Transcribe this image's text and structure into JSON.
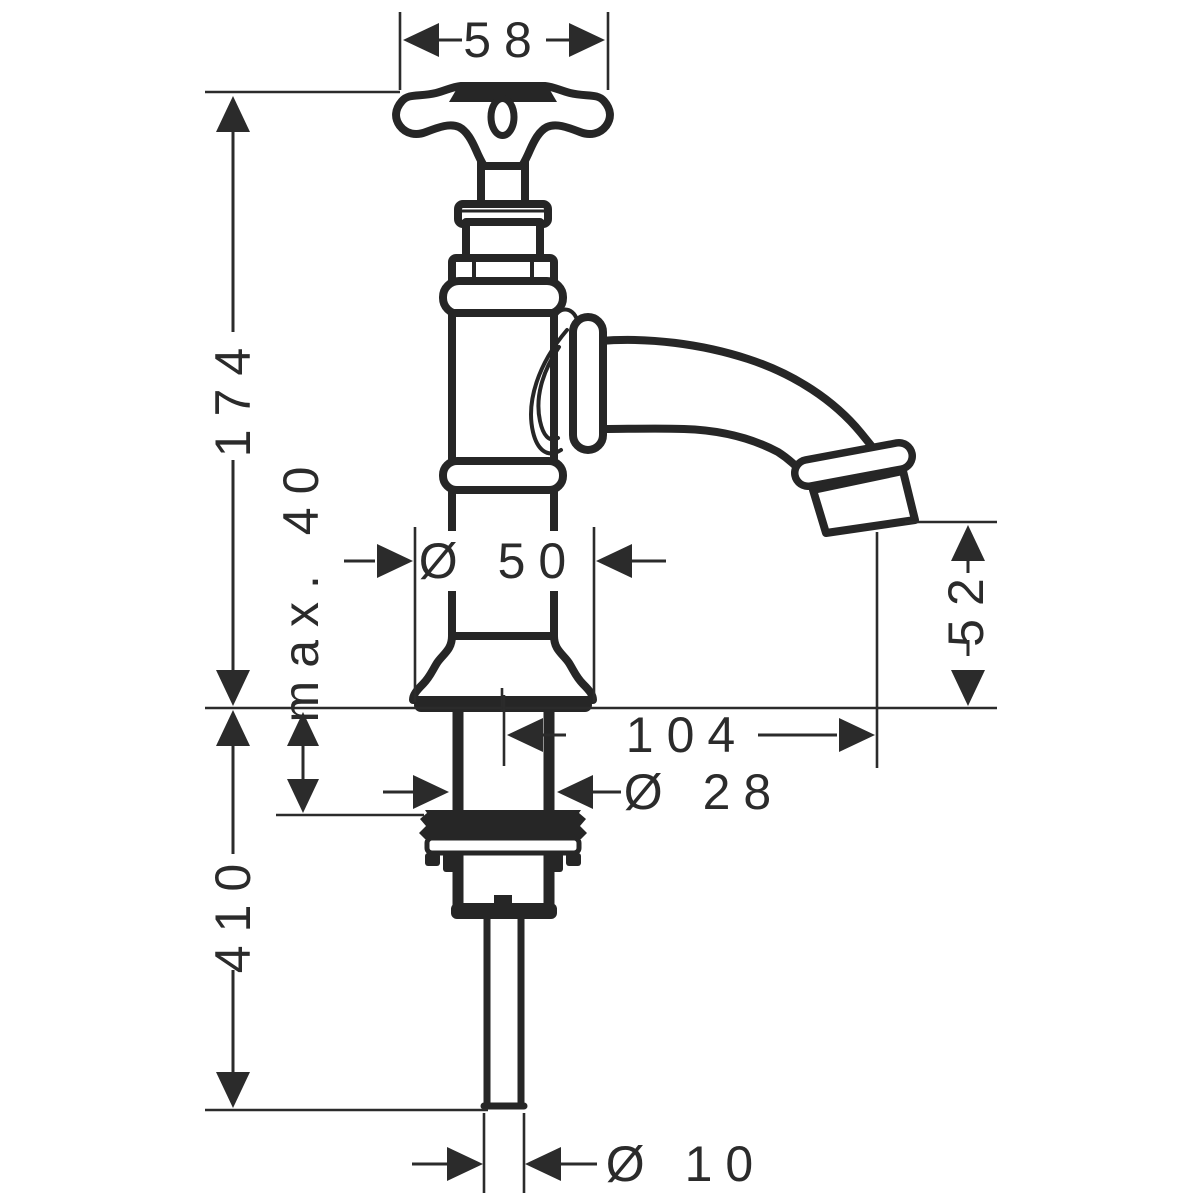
{
  "drawing": {
    "type": "technical-dimension-drawing",
    "subject": "classic pillar tap with cross handle, side view with installation dimensions",
    "background_color": "#ffffff",
    "line_color": "#262626",
    "text_color": "#2b2b2b",
    "dimensions": {
      "handle_width": "58",
      "height_deck_to_handle_top": "174",
      "max_deck_thickness": "max. 40",
      "base_diameter": "Ø 50",
      "outlet_height_above_deck": "52",
      "outlet_reach_from_center": "104",
      "shank_diameter": "Ø 28",
      "supply_connection_length": "410",
      "supply_pipe_diameter": "Ø 10"
    }
  }
}
